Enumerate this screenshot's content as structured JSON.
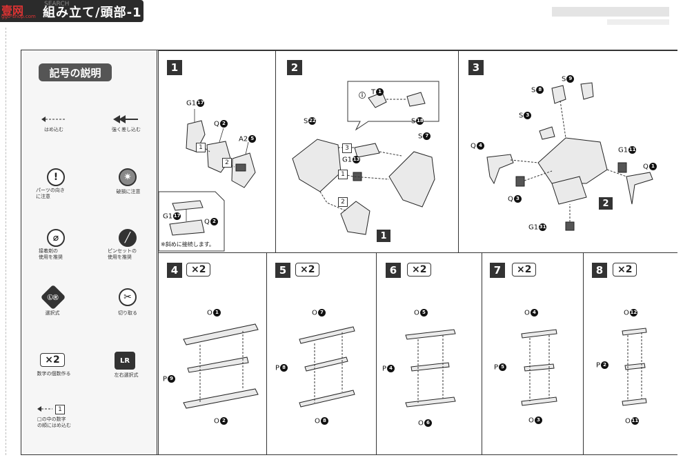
{
  "header": {
    "title": "組み立て/頭部-1",
    "watermark": "SEARCH",
    "logo": "壹网",
    "logo_sub": "ggo-shop.com"
  },
  "legend": {
    "title": "記号の説明",
    "items": [
      {
        "caption": "はめ込む"
      },
      {
        "caption": "強く差し込む"
      },
      {
        "caption": "パーツの向き\nに注意",
        "glyph": "!"
      },
      {
        "caption": "破損に注意",
        "glyph": "✷"
      },
      {
        "caption": "接着剤の\n使用を推奨",
        "glyph": "⌀"
      },
      {
        "caption": "ピンセットの\n使用を推奨",
        "glyph": "╱"
      },
      {
        "caption": "選択式",
        "glyph": "ⓁⓇ"
      },
      {
        "caption": "切り取る",
        "glyph": "✂"
      },
      {
        "caption": "数字の個数作る",
        "glyph": "×2"
      },
      {
        "caption": "左右選択式",
        "glyph": "LR"
      },
      {
        "caption": "□の中の数字\nの順にはめ込む",
        "glyph": "1"
      }
    ]
  },
  "steps": {
    "s1": {
      "num": "1",
      "parts": [
        "G1",
        "Q",
        "A2"
      ],
      "nums": [
        "17",
        "2",
        "5"
      ],
      "order": [
        "1",
        "2"
      ],
      "inset_parts": [
        "G1",
        "Q"
      ],
      "inset_nums": [
        "17",
        "2"
      ],
      "note": "※斜めに接続します。"
    },
    "s2": {
      "num": "2",
      "parts": [
        "S",
        "T",
        "S",
        "S",
        "G1"
      ],
      "nums": [
        "22",
        "1",
        "18",
        "7",
        "13"
      ],
      "order": [
        "3",
        "1",
        "2"
      ],
      "ref": "1"
    },
    "s3": {
      "num": "3",
      "parts": [
        "S",
        "S",
        "S",
        "Q",
        "G1",
        "Q",
        "Q",
        "G1"
      ],
      "nums": [
        "8",
        "9",
        "3",
        "4",
        "11",
        "1",
        "3",
        "31"
      ],
      "ref": "2"
    },
    "s4": {
      "num": "4",
      "times": "×2",
      "parts": [
        "O",
        "P",
        "O"
      ],
      "nums": [
        "1",
        "9",
        "2"
      ]
    },
    "s5": {
      "num": "5",
      "times": "×2",
      "parts": [
        "O",
        "P",
        "O"
      ],
      "nums": [
        "7",
        "8",
        "8"
      ]
    },
    "s6": {
      "num": "6",
      "times": "×2",
      "parts": [
        "O",
        "P",
        "O"
      ],
      "nums": [
        "5",
        "4",
        "6"
      ]
    },
    "s7": {
      "num": "7",
      "times": "×2",
      "parts": [
        "O",
        "P",
        "O"
      ],
      "nums": [
        "4",
        "5",
        "3"
      ]
    },
    "s8": {
      "num": "8",
      "times": "×2",
      "parts": [
        "O",
        "P",
        "O"
      ],
      "nums": [
        "12",
        "2",
        "11"
      ]
    }
  }
}
